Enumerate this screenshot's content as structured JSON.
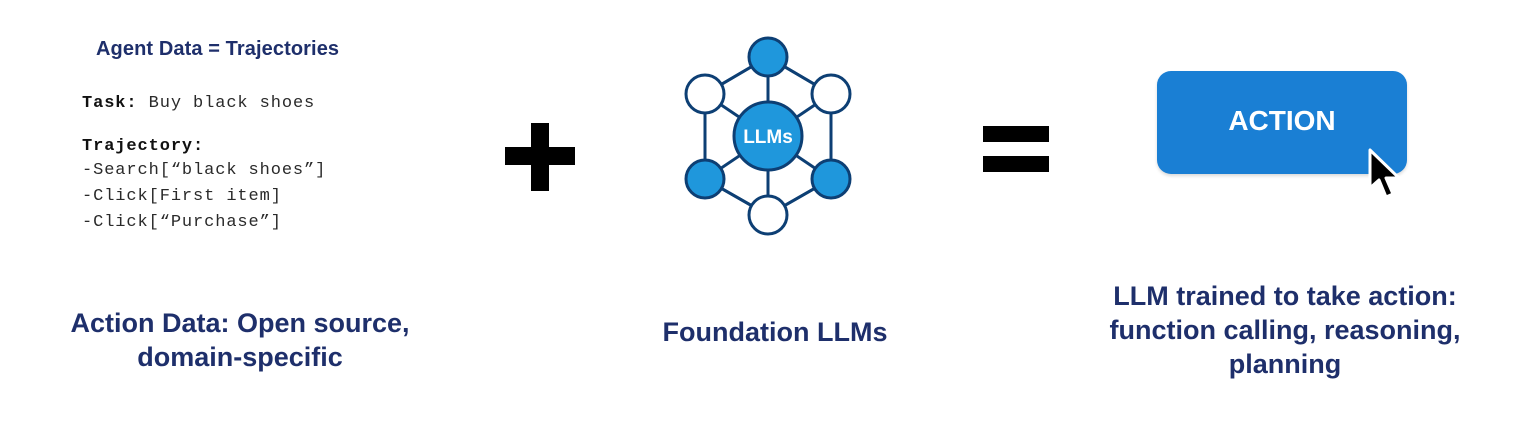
{
  "left": {
    "title": "Agent Data = Trajectories",
    "task_label": "Task:",
    "task_value": " Buy black shoes",
    "trajectory_label": "Trajectory:",
    "steps": [
      "-Search[“black shoes”]",
      "-Click[First item]",
      "-Click[“Purchase”]"
    ],
    "caption_line1": "Action Data: Open source,",
    "caption_line2": "domain-specific"
  },
  "operators": {
    "plus": "+",
    "equals": "="
  },
  "middle": {
    "node_label": "LLMs",
    "caption": "Foundation LLMs"
  },
  "right": {
    "button_label": "ACTION",
    "caption_line1": "LLM trained to take action:",
    "caption_line2": "function calling, reasoning,",
    "caption_line3": "planning"
  },
  "colors": {
    "navy_text": "#1e2f6b",
    "accent_blue": "#1a7fd4",
    "node_fill": "#1f97dc",
    "node_stroke": "#0d3f74"
  }
}
